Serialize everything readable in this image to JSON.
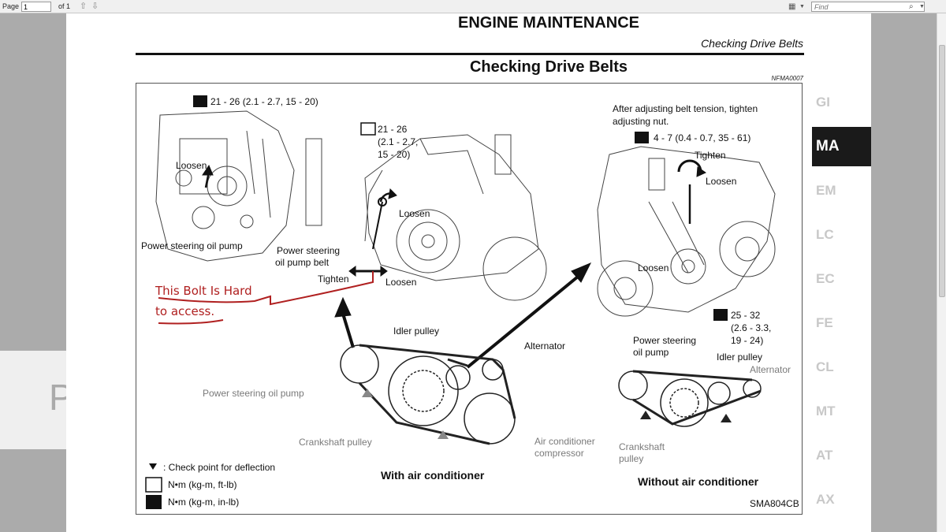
{
  "toolbar": {
    "page_label": "Page",
    "page_value": "1",
    "of_label": "of 1",
    "find_placeholder": "Find"
  },
  "left_panel_letter": "P",
  "document": {
    "header": "ENGINE MAINTENANCE",
    "subheader": "Checking Drive Belts",
    "section_title": "Checking Drive Belts",
    "ref_code": "NFMA0007"
  },
  "tabs": [
    {
      "label": "GI",
      "active": false
    },
    {
      "label": "MA",
      "active": true
    },
    {
      "label": "EM",
      "active": false
    },
    {
      "label": "LC",
      "active": false
    },
    {
      "label": "EC",
      "active": false
    },
    {
      "label": "FE",
      "active": false
    },
    {
      "label": "CL",
      "active": false
    },
    {
      "label": "MT",
      "active": false
    },
    {
      "label": "AT",
      "active": false
    },
    {
      "label": "AX",
      "active": false
    }
  ],
  "figure": {
    "torque_left": "21 - 26 (2.1 - 2.7, 15 - 20)",
    "torque_mid_1": "21 - 26",
    "torque_mid_2": "(2.1 - 2.7,",
    "torque_mid_3": "15 - 20)",
    "after_adjusting_1": "After adjusting belt tension, tighten",
    "after_adjusting_2": "adjusting nut.",
    "torque_right": "4 - 7 (0.4 - 0.7, 35 - 61)",
    "torque_bottom_1": "25 - 32",
    "torque_bottom_2": "(2.6 - 3.3,",
    "torque_bottom_3": "19 - 24)",
    "loosen": "Loosen",
    "tighten": "Tighten",
    "power_steering_oil_pump": "Power steering oil pump",
    "power_steering_belt_1": "Power steering",
    "power_steering_belt_2": "oil pump belt",
    "handwritten_1": "This Bolt Is Hard",
    "handwritten_2": "to access.",
    "idler_pulley": "Idler pulley",
    "alternator": "Alternator",
    "power_steering_oil_pump_grey": "Power steering oil pump",
    "crankshaft_pulley": "Crankshaft pulley",
    "ac_compressor_1": "Air conditioner",
    "ac_compressor_2": "compressor",
    "ps_oil_pump_right_1": "Power steering",
    "ps_oil_pump_right_2": "oil pump",
    "crankshaft_right_1": "Crankshaft",
    "crankshaft_right_2": "pulley",
    "legend_check": ": Check point for deflection",
    "legend_nm_ft": "N•m (kg-m, ft-lb)",
    "legend_nm_in": "N•m (kg-m, in-lb)",
    "with_ac": "With air conditioner",
    "without_ac": "Without air conditioner",
    "figure_code": "SMA804CB"
  },
  "colors": {
    "handwriting": "#b02020",
    "tab_active_bg": "#1a1a1a"
  }
}
